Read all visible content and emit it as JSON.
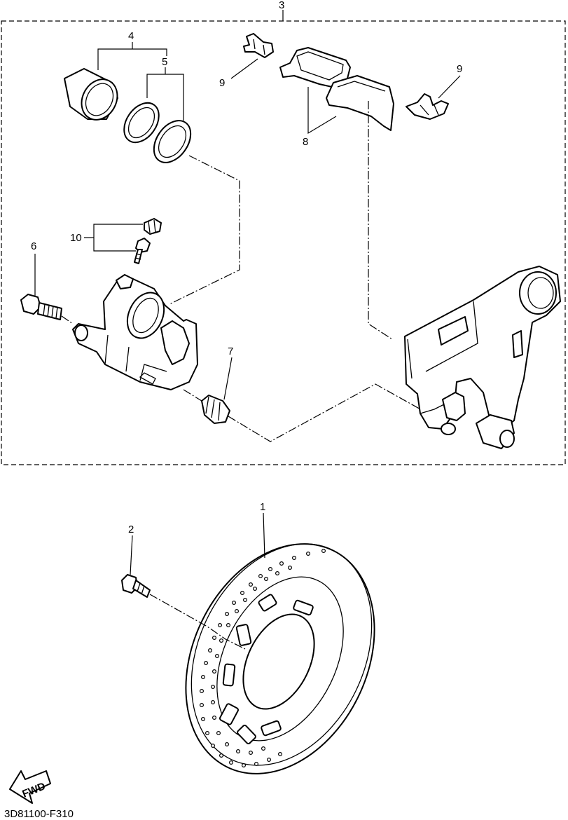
{
  "diagram": {
    "callouts": {
      "p1": "1",
      "p2": "2",
      "p3": "3",
      "p4": "4",
      "p5": "5",
      "p6": "6",
      "p7": "7",
      "p8": "8",
      "p9a": "9",
      "p9b": "9",
      "p10": "10"
    },
    "fwd_label": "FWD",
    "drawing_code": "3D81100-F310"
  }
}
